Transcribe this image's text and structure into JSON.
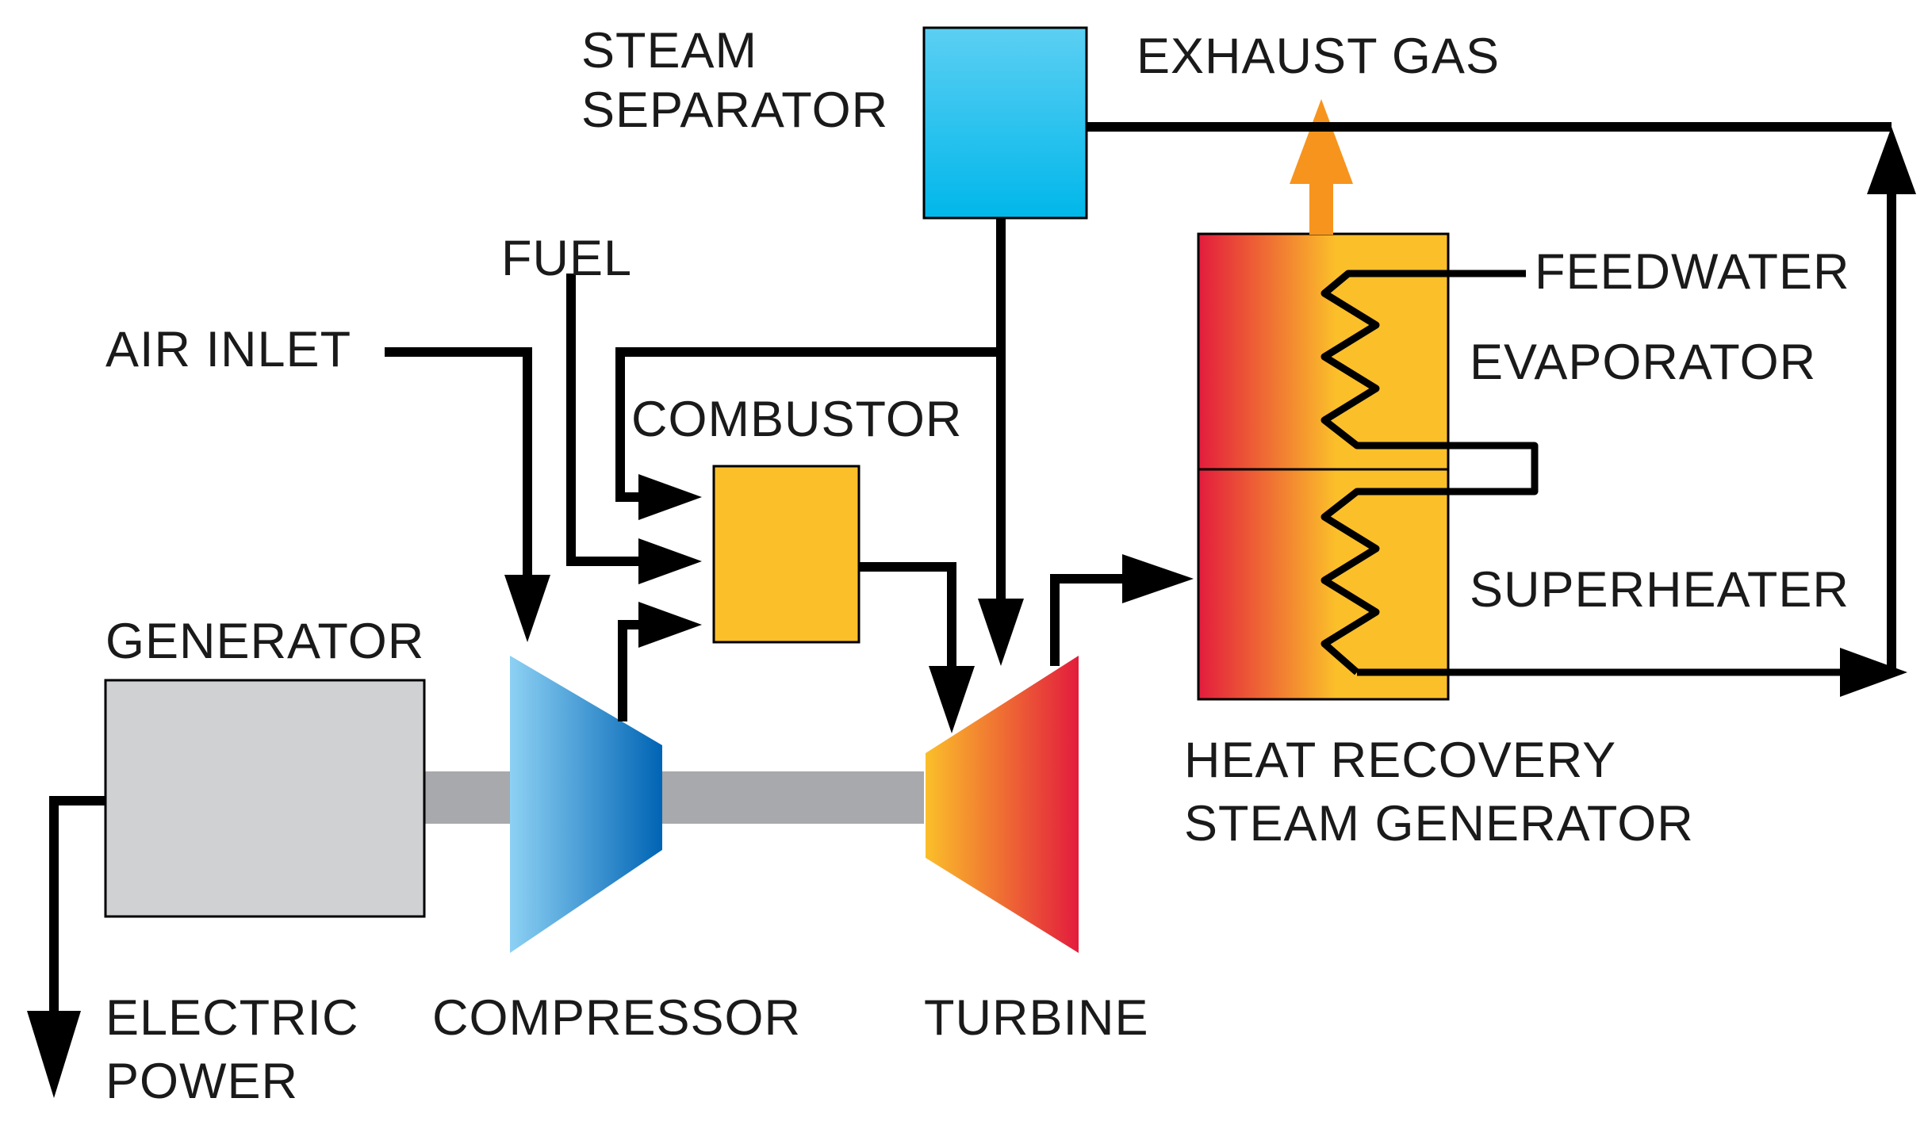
{
  "labels": {
    "steam_separator_1": "STEAM",
    "steam_separator_2": "SEPARATOR",
    "exhaust_gas": "EXHAUST GAS",
    "fuel": "FUEL",
    "feedwater": "FEEDWATER",
    "air_inlet": "AIR INLET",
    "evaporator": "EVAPORATOR",
    "combustor": "COMBUSTOR",
    "generator": "GENERATOR",
    "superheater": "SUPERHEATER",
    "hrsg_1": "HEAT RECOVERY",
    "hrsg_2": "STEAM GENERATOR",
    "electric_1": "ELECTRIC",
    "electric_2": "POWER",
    "compressor": "COMPRESSOR",
    "turbine": "TURBINE"
  },
  "colors": {
    "line": "#000000",
    "separator": "#00b7ea",
    "combustor": "#fbbf2a",
    "generator": "#d0d1d3",
    "shaft": "#a7a9ac",
    "compressor_light": "#8dd1f4",
    "compressor_dark": "#0064b4",
    "hot_red": "#e31c3d",
    "hot_orange": "#fbbf2a",
    "exhaust_arrow": "#f7941d"
  }
}
